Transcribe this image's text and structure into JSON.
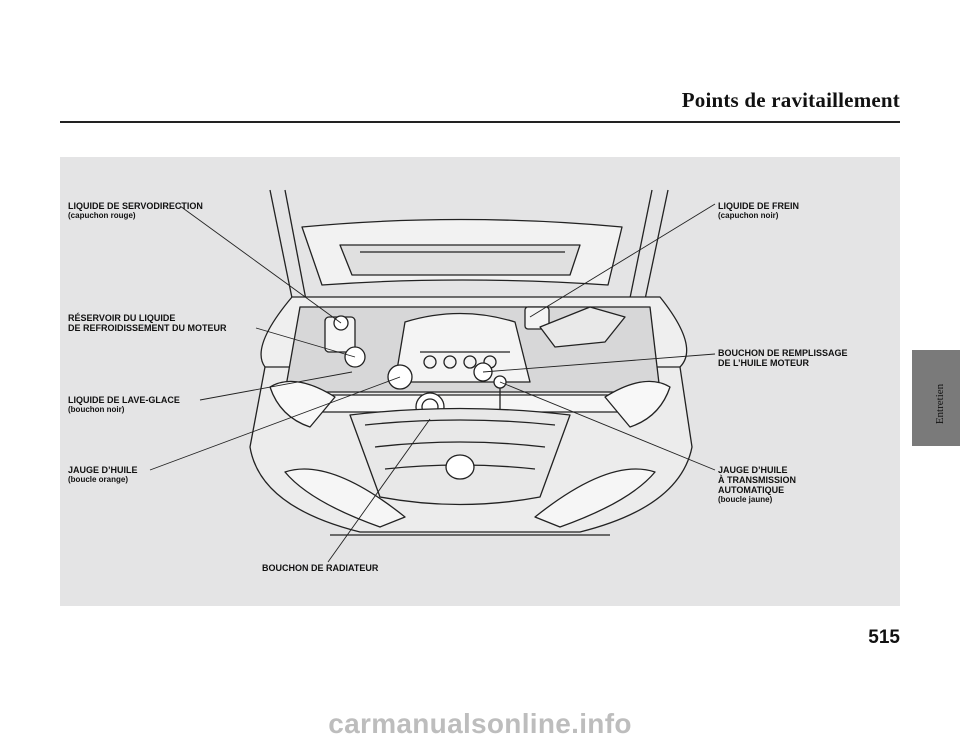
{
  "header": {
    "title": "Points de ravitaillement"
  },
  "side_tab": {
    "label": "Entretien"
  },
  "figure": {
    "labels": {
      "power_steering": {
        "main": "LIQUIDE DE SERVODIRECTION",
        "sub": "(capuchon rouge)"
      },
      "coolant_reservoir": {
        "line1": "RÉSERVOIR DU LIQUIDE",
        "line2": "DE REFROIDISSEMENT DU MOTEUR"
      },
      "washer": {
        "main": "LIQUIDE DE LAVE-GLACE",
        "sub": "(bouchon noir)"
      },
      "oil_dipstick": {
        "main": "JAUGE D’HUILE",
        "sub": "(boucle orange)"
      },
      "radiator_cap": {
        "main": "BOUCHON DE RADIATEUR"
      },
      "brake_fluid": {
        "main": "LIQUIDE DE FREIN",
        "sub": "(capuchon noir)"
      },
      "oil_filler": {
        "line1": "BOUCHON DE REMPLISSAGE",
        "line2": "DE L’HUILE MOTEUR"
      },
      "atf_dipstick": {
        "line1": "JAUGE D’HUILE",
        "line2": "À TRANSMISSION",
        "line3": "AUTOMATIQUE",
        "sub": "(boucle jaune)"
      }
    }
  },
  "footer": {
    "page_number": "515",
    "watermark": "carmanualsonline.info"
  }
}
